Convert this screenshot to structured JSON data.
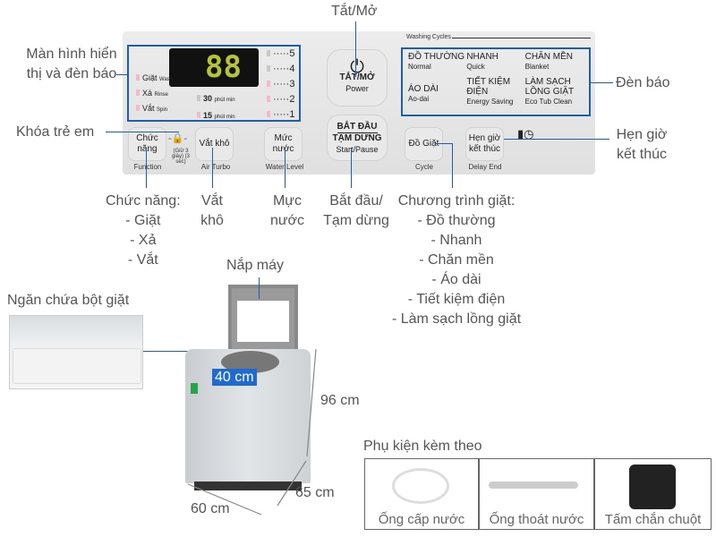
{
  "callouts": {
    "display": "Màn hình hiển thị và đèn báo",
    "power": "Tắt/Mở",
    "indicator": "Đèn báo",
    "child_lock": "Khóa trẻ em",
    "delay": "Hẹn giờ kết thúc",
    "function": [
      "Chức năng:",
      "- Giặt",
      "- Xả",
      "- Vắt"
    ],
    "air_turbo": "Vắt khô",
    "water_level": "Mực nước",
    "start": "Bắt đầu/ Tạm dừng",
    "cycle": [
      "Chương trình giặt:",
      "- Đồ thường",
      "- Nhanh",
      "- Chăn mền",
      "- Áo dài",
      "- Tiết kiệm điện",
      "- Làm sạch lồng giặt"
    ],
    "lid": "Nắp máy",
    "drawer": "Ngăn chứa bột giặt"
  },
  "panel": {
    "lcd": "88",
    "modes": [
      {
        "vi": "Giặt",
        "en": "Wash"
      },
      {
        "vi": "Xả",
        "en": "Rinse"
      },
      {
        "vi": "Vắt",
        "en": "Spin"
      }
    ],
    "times": [
      {
        "v": "30",
        "u": "phút min"
      },
      {
        "v": "15",
        "u": "phút min"
      }
    ],
    "levels": [
      "5",
      "4",
      "3",
      "2",
      "1"
    ],
    "power": {
      "vi": "TẮT/MỞ",
      "en": "Power"
    },
    "start": {
      "vi1": "BẮT ĐẦU",
      "vi2": "TẠM DỪNG",
      "en": "Start/Pause"
    },
    "washing_cycles": "Washing Cycles",
    "cycles": [
      {
        "vi": "ĐỒ THƯỜNG",
        "en": "Normal"
      },
      {
        "vi": "NHANH",
        "en": "Quick"
      },
      {
        "vi": "CHĂN MỀN",
        "en": "Blanket"
      },
      {
        "vi": "ÁO DÀI",
        "en": "Ao-dai"
      },
      {
        "vi": "TIẾT KIỆM ĐIỆN",
        "en": "Energy Saving"
      },
      {
        "vi": "LÀM SẠCH LỒNG GIẶT",
        "en": "Eco Tub Clean"
      }
    ],
    "buttons": [
      {
        "vi": "Chức năng",
        "en": "Function"
      },
      {
        "vi": "Vắt khô",
        "en": "Air Turbo"
      },
      {
        "vi": "Mức nước",
        "en": "Water Level"
      },
      {
        "vi": "Đồ Giặt",
        "en": "Cycle"
      },
      {
        "vi": "Hẹn giờ kết thúc",
        "en": "Delay End"
      }
    ],
    "lock_note": "(Giữ 3 giây) (3 sec)"
  },
  "dimensions": {
    "drum": "40 cm",
    "height": "96 cm",
    "depth": "65 cm",
    "width": "60 cm"
  },
  "accessories": {
    "title": "Phụ kiện kèm theo",
    "items": [
      "Ống cấp nước",
      "Ống thoát nước",
      "Tấm chắn chuột"
    ]
  }
}
